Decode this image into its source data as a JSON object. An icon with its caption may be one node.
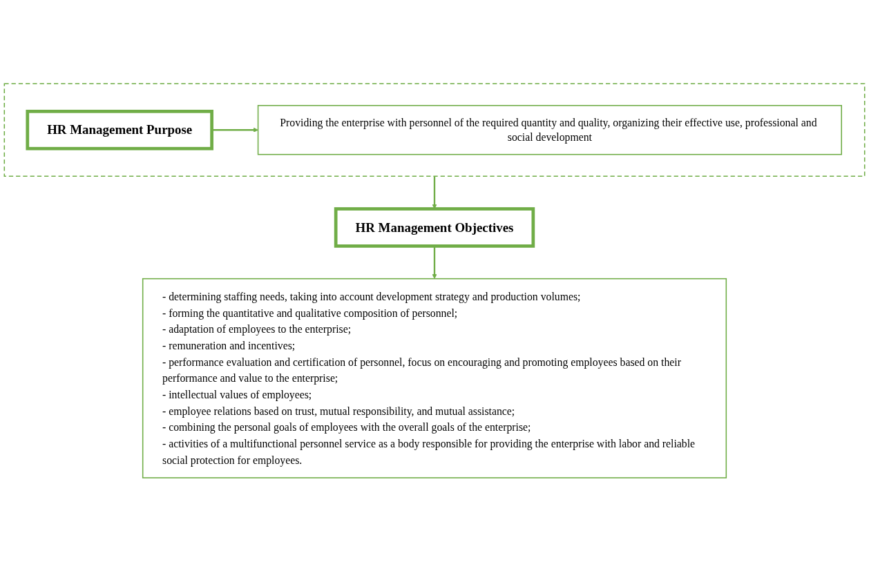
{
  "diagram": {
    "nodes": [
      {
        "text": [],
        "shape": "box"
      },
      {
        "text": [
          "HR Management Purpose"
        ],
        "in": 0
      },
      {
        "text": [
          "Providing the enterprise with personnel of the required quantity and quality, organizing their effective use, professional and social development"
        ],
        "in": 0
      },
      {
        "text": [
          "HR Management Objectives"
        ]
      },
      {
        "text": [
          "- determining staffing needs, taking into account development strategy and production volumes;",
          "- forming the quantitative and qualitative composition of personnel;",
          "- adaptation of employees to the enterprise;",
          "- remuneration and incentives;",
          "- performance evaluation and certification of personnel, focus on encouraging and promoting employees based on their performance and value to the enterprise;",
          "- intellectual values of employees;",
          "- employee relations based on trust, mutual responsibility, and mutual assistance;",
          "- combining the personal goals of employees with the overall goals of the enterprise;",
          "- activities of a multifunctional personnel service as a body responsible for providing the enterprise with labor and reliable social protection for employees."
        ]
      }
    ],
    "edges": [
      {
        "from": 1,
        "to": 2,
        "arrow": "to"
      },
      {
        "from": 0,
        "to": 3,
        "arrow": "to"
      },
      {
        "from": 3,
        "to": 4,
        "arrow": "to"
      }
    ]
  }
}
